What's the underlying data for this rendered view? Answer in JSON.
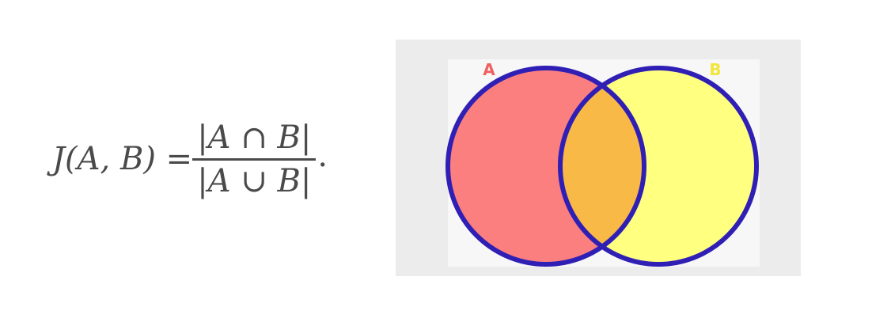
{
  "formula": {
    "lhs": "J(A, B) =",
    "numerator": "|A ∩ B|",
    "denominator": "|A ∪ B|",
    "trailing": "."
  },
  "venn": {
    "set_a_label": "A",
    "set_b_label": "B",
    "colors": {
      "panel_background": "#ececec",
      "inner_background": "#f7f7f7",
      "set_a_fill": "#fb7f7f",
      "set_b_fill": "#ffff80",
      "intersection_fill": "#f9b946",
      "outline": "#2f1fb5",
      "label_a": "#ef6060",
      "label_b": "#f2e63a"
    }
  }
}
